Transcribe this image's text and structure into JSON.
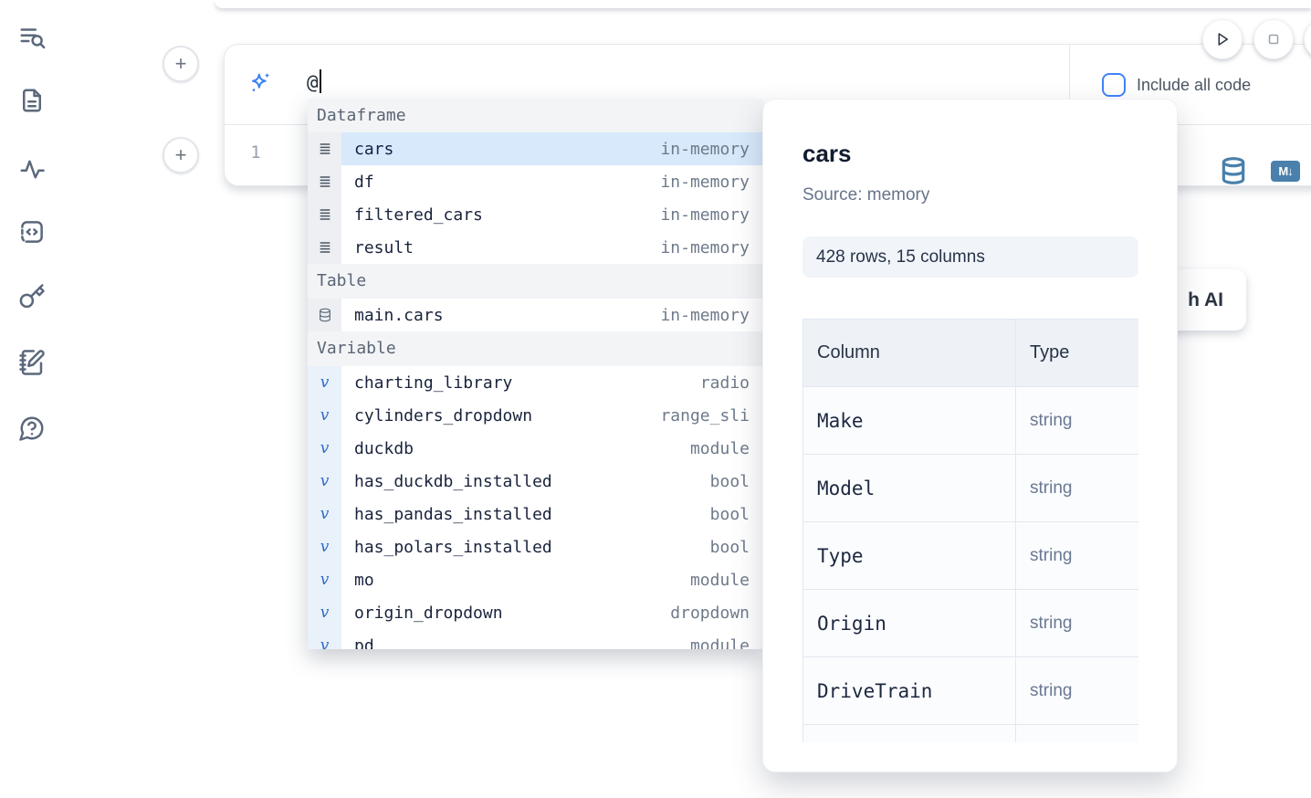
{
  "colors": {
    "accent_blue": "#3f83f8",
    "sparkle_blue": "#3b82f6",
    "selection_blue": "#d7e9fb",
    "steel_blue": "#4a80ab",
    "icon_slate": "#5b687c"
  },
  "sidebar": {
    "icons": [
      "list-search",
      "file-document",
      "activity",
      "code-snippet",
      "key",
      "notebook-pen",
      "help-chat"
    ]
  },
  "prompt_cell": {
    "input_value": "@",
    "include_all_code_label": "Include all code",
    "line_number": "1",
    "add_button_label": "+"
  },
  "ai_button": {
    "visible_label": "h AI"
  },
  "autocomplete": {
    "sections": [
      {
        "label": "Dataframe",
        "items": [
          {
            "icon": "dataframe-icon",
            "name": "cars",
            "detail": "in-memory",
            "selected": true
          },
          {
            "icon": "dataframe-icon",
            "name": "df",
            "detail": "in-memory"
          },
          {
            "icon": "dataframe-icon",
            "name": "filtered_cars",
            "detail": "in-memory"
          },
          {
            "icon": "dataframe-icon",
            "name": "result",
            "detail": "in-memory"
          }
        ]
      },
      {
        "label": "Table",
        "items": [
          {
            "icon": "database-icon",
            "name": "main.cars",
            "detail": "in-memory"
          }
        ]
      },
      {
        "label": "Variable",
        "items": [
          {
            "icon": "variable-icon",
            "name": "charting_library",
            "detail": "radio"
          },
          {
            "icon": "variable-icon",
            "name": "cylinders_dropdown",
            "detail": "range_sli"
          },
          {
            "icon": "variable-icon",
            "name": "duckdb",
            "detail": "module"
          },
          {
            "icon": "variable-icon",
            "name": "has_duckdb_installed",
            "detail": "bool"
          },
          {
            "icon": "variable-icon",
            "name": "has_pandas_installed",
            "detail": "bool"
          },
          {
            "icon": "variable-icon",
            "name": "has_polars_installed",
            "detail": "bool"
          },
          {
            "icon": "variable-icon",
            "name": "mo",
            "detail": "module"
          },
          {
            "icon": "variable-icon",
            "name": "origin_dropdown",
            "detail": "dropdown"
          },
          {
            "icon": "variable-icon",
            "name": "pd",
            "detail": "module",
            "partial": true
          }
        ]
      }
    ]
  },
  "preview_panel": {
    "title": "cars",
    "source": "Source: memory",
    "shape_badge": "428 rows, 15 columns",
    "table": {
      "headers": [
        "Column",
        "Type"
      ],
      "rows": [
        [
          "Make",
          "string"
        ],
        [
          "Model",
          "string"
        ],
        [
          "Type",
          "string"
        ],
        [
          "Origin",
          "string"
        ],
        [
          "DriveTrain",
          "string"
        ],
        [
          "",
          ""
        ]
      ]
    }
  }
}
